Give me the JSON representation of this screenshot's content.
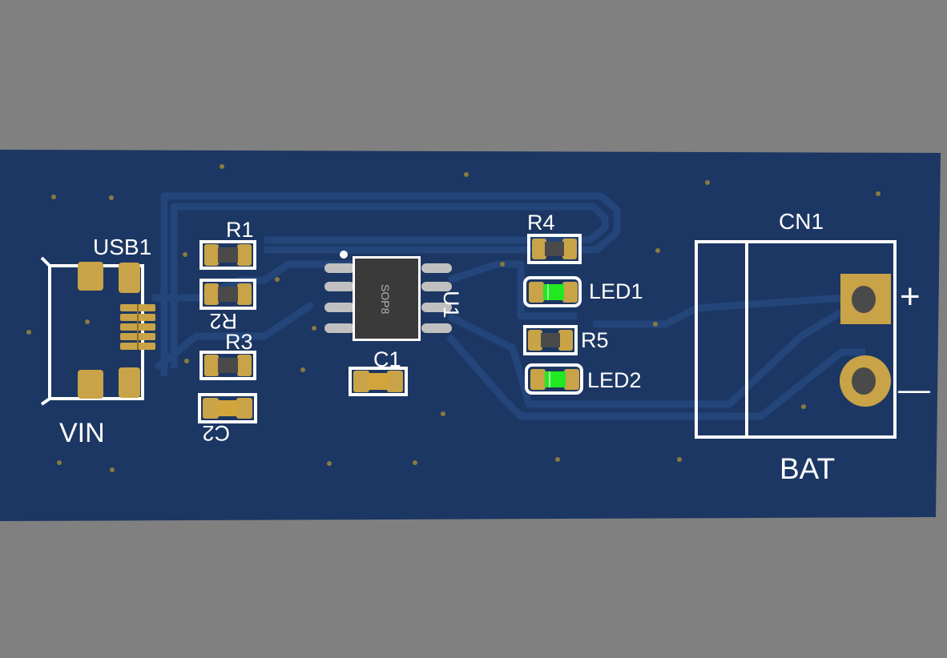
{
  "colors": {
    "background": "#808080",
    "board": "#1c3763",
    "trace": "#23457a",
    "silkscreen": "#ffffff",
    "pad": "#c9a347",
    "ic_body": "#3a3a3a",
    "ic_pin": "#c0c0c0",
    "led_green": "#22e822",
    "resistor_body": "#4a4a4a",
    "via": "#8a7a40"
  },
  "labels": {
    "usb1": "USB1",
    "vin": "VIN",
    "r1": "R1",
    "r2": "R2",
    "r3": "R3",
    "c2": "C2",
    "c1": "C1",
    "u1": "U1",
    "sop8": "SOP8",
    "r4": "R4",
    "led1": "LED1",
    "r5": "R5",
    "led2": "LED2",
    "cn1": "CN1",
    "plus": "+",
    "minus": "—",
    "bat": "BAT"
  }
}
